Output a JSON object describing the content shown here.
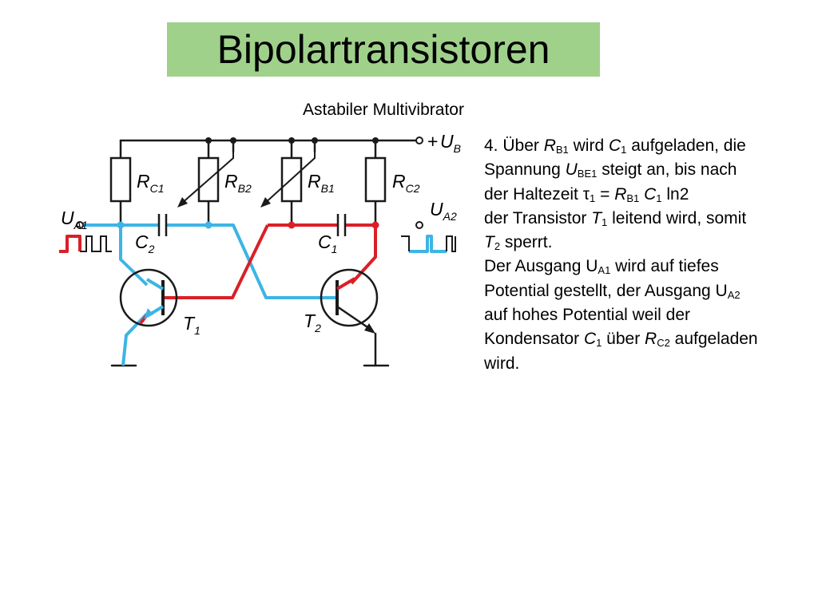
{
  "title": "Bipolartransistoren",
  "subtitle": "Astabiler Multivibrator",
  "colors": {
    "title_bg": "#9fd18b",
    "red": "#d92027",
    "blue": "#3db4e5",
    "black": "#1a1a1a"
  },
  "diagram": {
    "supply": {
      "main": "U",
      "sub": "B",
      "prefix": "+"
    },
    "resistors": [
      {
        "main": "R",
        "sub": "C1"
      },
      {
        "main": "R",
        "sub": "B2"
      },
      {
        "main": "R",
        "sub": "B1"
      },
      {
        "main": "R",
        "sub": "C2"
      }
    ],
    "capacitors": [
      {
        "main": "C",
        "sub": "2"
      },
      {
        "main": "C",
        "sub": "1"
      }
    ],
    "transistors": [
      {
        "main": "T",
        "sub": "1"
      },
      {
        "main": "T",
        "sub": "2"
      }
    ],
    "outputs": [
      {
        "main": "U",
        "sub": "A1"
      },
      {
        "main": "U",
        "sub": "A2"
      }
    ]
  },
  "text": {
    "l1": {
      "a": "4. Über ",
      "b": "R",
      "c": "B1",
      "d": " wird ",
      "e": "C",
      "f": "1",
      "g": " aufgeladen, die"
    },
    "l2": {
      "a": "Spannung ",
      "b": "U",
      "c": "BE1",
      "d": " steigt an, bis nach"
    },
    "l3": {
      "a": "der Haltezeit τ",
      "b": "1",
      "c": " = ",
      "d": "R",
      "e": "B1",
      "f": " ",
      "g": "C",
      "h": "1",
      "i": " ln2"
    },
    "l4": {
      "a": "der Transistor ",
      "b": "T",
      "c": "1",
      "d": " leitend wird, somit"
    },
    "l5": {
      "a": "T",
      "b": "2",
      "c": " sperrt."
    },
    "l6": {
      "a": "Der Ausgang U",
      "b": "A1",
      "c": " wird auf tiefes"
    },
    "l7": {
      "a": "Potential gestellt, der Ausgang U",
      "b": "A2"
    },
    "l8": {
      "a": "auf hohes Potential weil der"
    },
    "l9": {
      "a": "Kondensator ",
      "b": "C",
      "c": "1",
      "d": " über ",
      "e": "R",
      "f": "C2",
      "g": " aufgeladen"
    },
    "l10": {
      "a": "wird."
    }
  }
}
